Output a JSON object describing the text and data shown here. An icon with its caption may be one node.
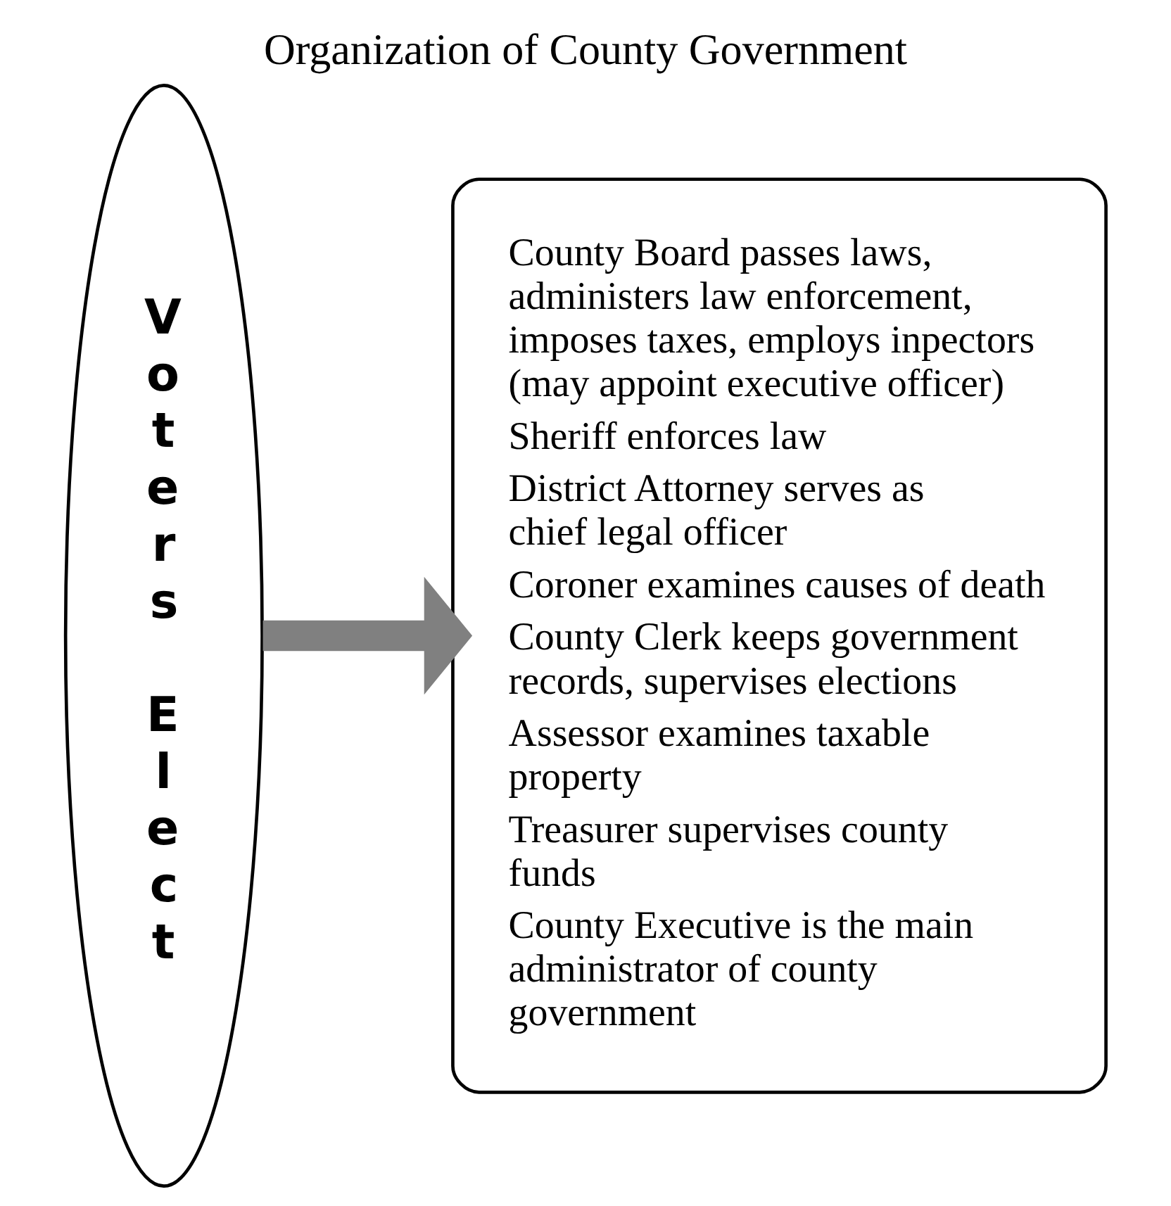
{
  "diagram": {
    "title": "Organization of County Government",
    "nodes": [
      {
        "text": [
          "Voters Elect"
        ]
      },
      {
        "text": [
          "County Board passes laws, administers law enforcement, imposes taxes, employs inpectors (may appoint executive officer)",
          "Sheriff enforces law",
          "District Attorney serves as chief legal officer",
          "Coroner examines causes of death",
          "County Clerk keeps government records, supervises elections",
          "Assessor examines taxable property",
          "Treasurer supervises county funds",
          "County Executive is the main administrator of county government"
        ]
      }
    ],
    "edges": [
      {
        "from": 0,
        "to": 1,
        "arrow": "to"
      }
    ]
  }
}
